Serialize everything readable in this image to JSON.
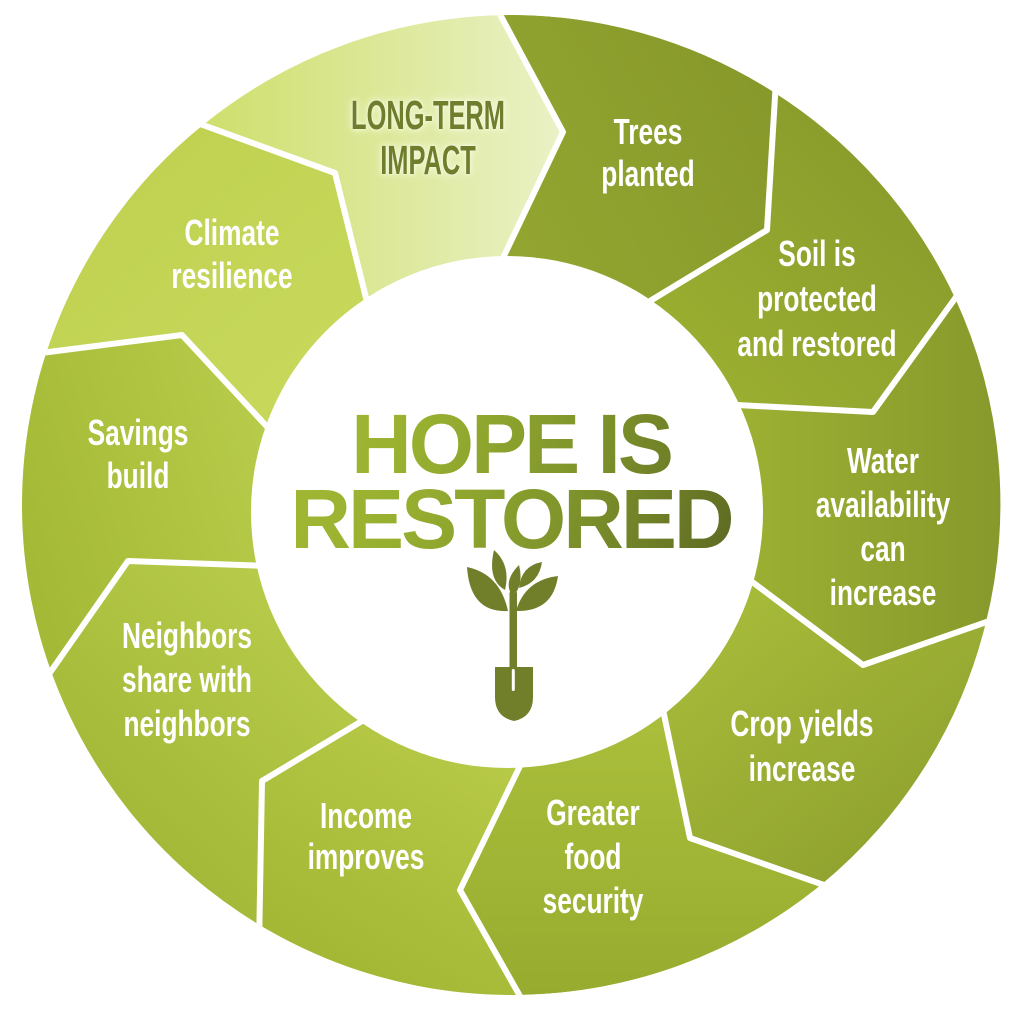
{
  "diagram": {
    "title": {
      "line1": "HOPE IS",
      "line2": "RESTORED"
    },
    "icon": "sprout-shovel-icon",
    "segments": [
      {
        "key": "long-term-impact",
        "lines": [
          "LONG-TERM",
          "IMPACT"
        ],
        "color_dark": "#cfdf6c",
        "color_light": "#eaf1c6"
      },
      {
        "key": "trees-planted",
        "lines": [
          "Trees",
          "planted"
        ],
        "color_dark": "#86972a",
        "color_light": "#98ab32"
      },
      {
        "key": "soil-protected",
        "lines": [
          "Soil is",
          "protected",
          "and restored"
        ],
        "color_dark": "#84962a",
        "color_light": "#a8bd35"
      },
      {
        "key": "water-availability",
        "lines": [
          "Water",
          "availability",
          "can",
          "increase"
        ],
        "color_dark": "#87992b",
        "color_light": "#b0c53a"
      },
      {
        "key": "crop-yields",
        "lines": [
          "Crop yields",
          "increase"
        ],
        "color_dark": "#8a9c2b",
        "color_light": "#b7cb42"
      },
      {
        "key": "food-security",
        "lines": [
          "Greater",
          "food",
          "security"
        ],
        "color_dark": "#97ab2f",
        "color_light": "#b9cd45"
      },
      {
        "key": "income",
        "lines": [
          "Income",
          "improves"
        ],
        "color_dark": "#9fb331",
        "color_light": "#c1d350"
      },
      {
        "key": "neighbors",
        "lines": [
          "Neighbors",
          "share with",
          "neighbors"
        ],
        "color_dark": "#9bb030",
        "color_light": "#c6d858"
      },
      {
        "key": "savings",
        "lines": [
          "Savings",
          "build"
        ],
        "color_dark": "#a4b935",
        "color_light": "#c8da5c"
      },
      {
        "key": "climate-resilience",
        "lines": [
          "Climate",
          "resilience"
        ],
        "color_dark": "#bfd04f",
        "color_light": "#cbdc62"
      }
    ]
  },
  "theme": {
    "icon_color": "#717f2a",
    "divider_color": "#ffffff",
    "center_fill": "#ffffff",
    "label_color": "#ffffff",
    "start_label_color": "#6e7e2c"
  }
}
